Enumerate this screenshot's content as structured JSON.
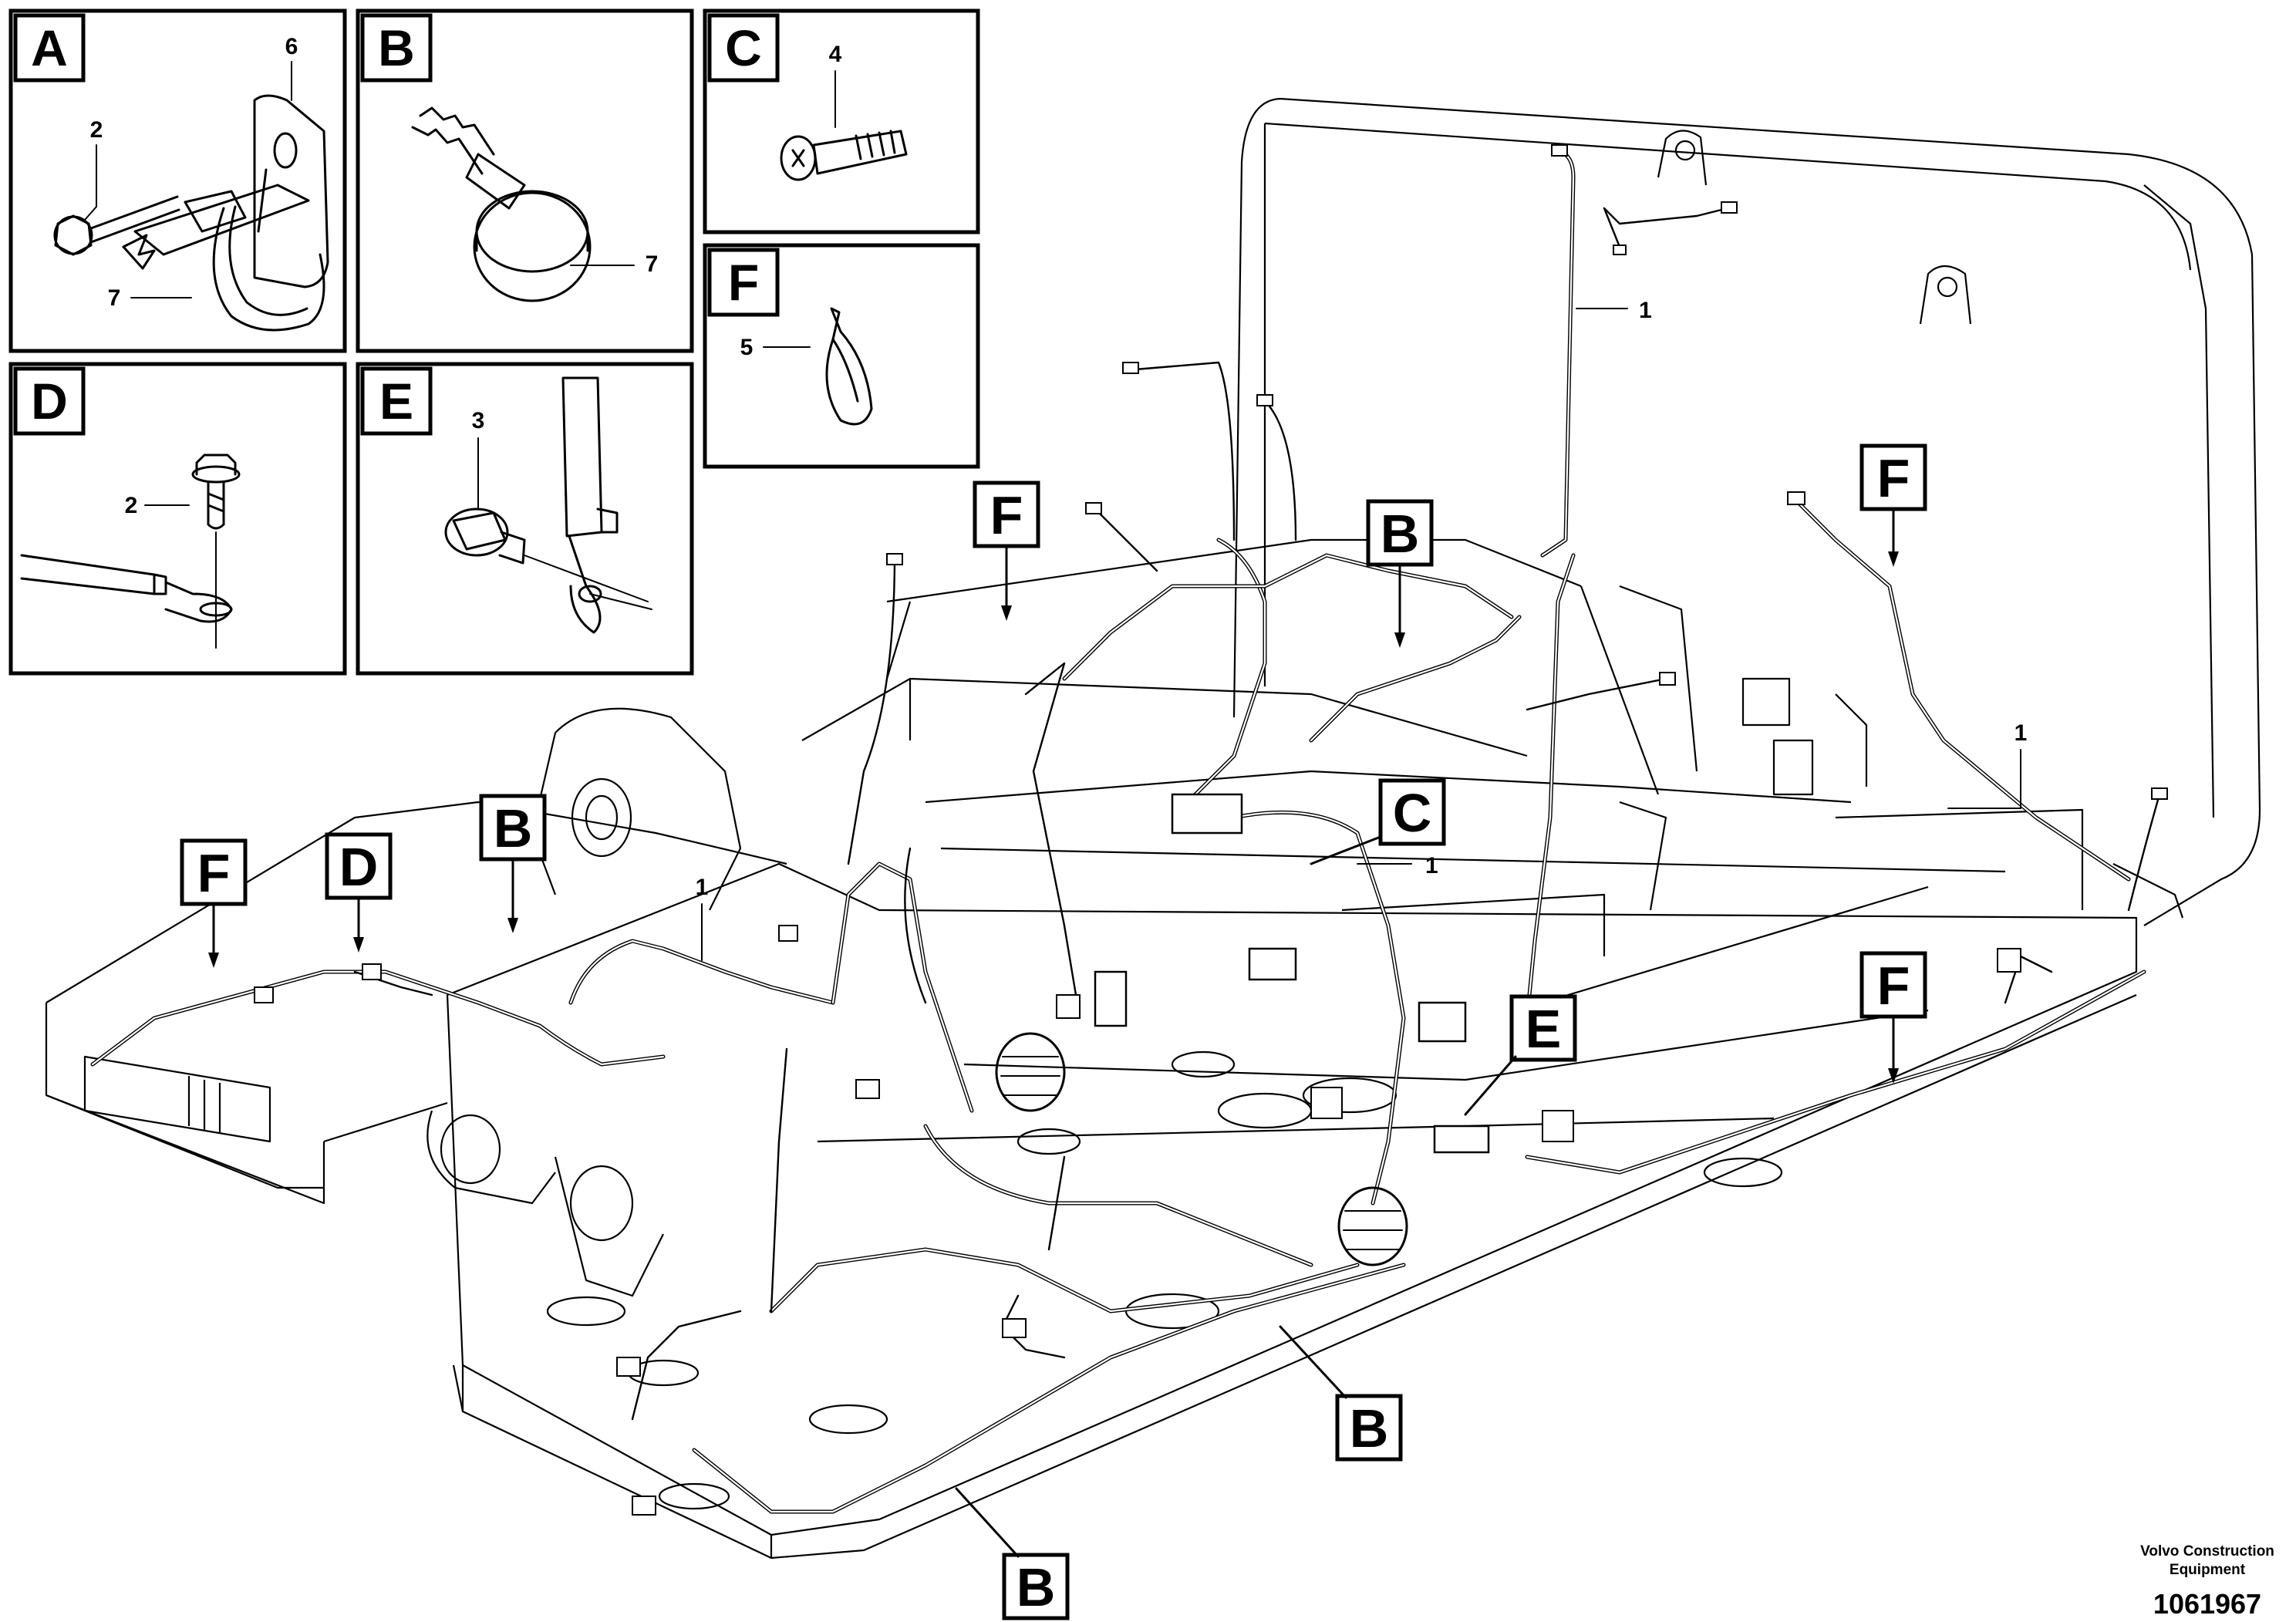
{
  "detail_panels": [
    {
      "letter": "A",
      "items": [
        "6",
        "2",
        "7"
      ]
    },
    {
      "letter": "B",
      "items": [
        "7"
      ]
    },
    {
      "letter": "C",
      "items": [
        "4"
      ]
    },
    {
      "letter": "F",
      "items": [
        "5"
      ]
    },
    {
      "letter": "D",
      "items": [
        "2"
      ]
    },
    {
      "letter": "E",
      "items": [
        "3"
      ]
    }
  ],
  "callouts": [
    {
      "id": "f-top-left",
      "letter": "F"
    },
    {
      "id": "b-top",
      "letter": "B"
    },
    {
      "id": "f-top-right",
      "letter": "F"
    },
    {
      "id": "f-left",
      "letter": "F"
    },
    {
      "id": "d-left",
      "letter": "D"
    },
    {
      "id": "b-left",
      "letter": "B"
    },
    {
      "id": "c-center",
      "letter": "C"
    },
    {
      "id": "e-center",
      "letter": "E"
    },
    {
      "id": "f-right",
      "letter": "F"
    },
    {
      "id": "b-bottom-right",
      "letter": "B"
    },
    {
      "id": "b-bottom",
      "letter": "B"
    }
  ],
  "harness_labels": [
    "1",
    "1",
    "1",
    "1"
  ],
  "footer": {
    "company_line1": "Volvo Construction",
    "company_line2": "Equipment",
    "drawing_number": "1061967"
  }
}
